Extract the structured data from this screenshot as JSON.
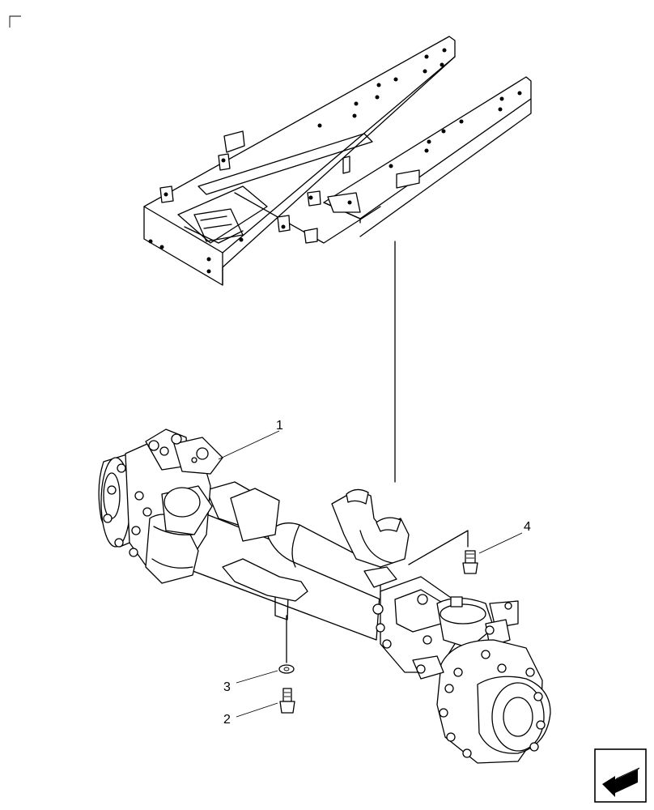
{
  "diagram": {
    "callouts": [
      {
        "id": "callout-1",
        "label": "1"
      },
      {
        "id": "callout-2",
        "label": "2"
      },
      {
        "id": "callout-3",
        "label": "3"
      },
      {
        "id": "callout-4",
        "label": "4"
      }
    ],
    "nav_icon": "arrow-back-icon",
    "colors": {
      "line": "#000000",
      "background": "#ffffff"
    }
  }
}
